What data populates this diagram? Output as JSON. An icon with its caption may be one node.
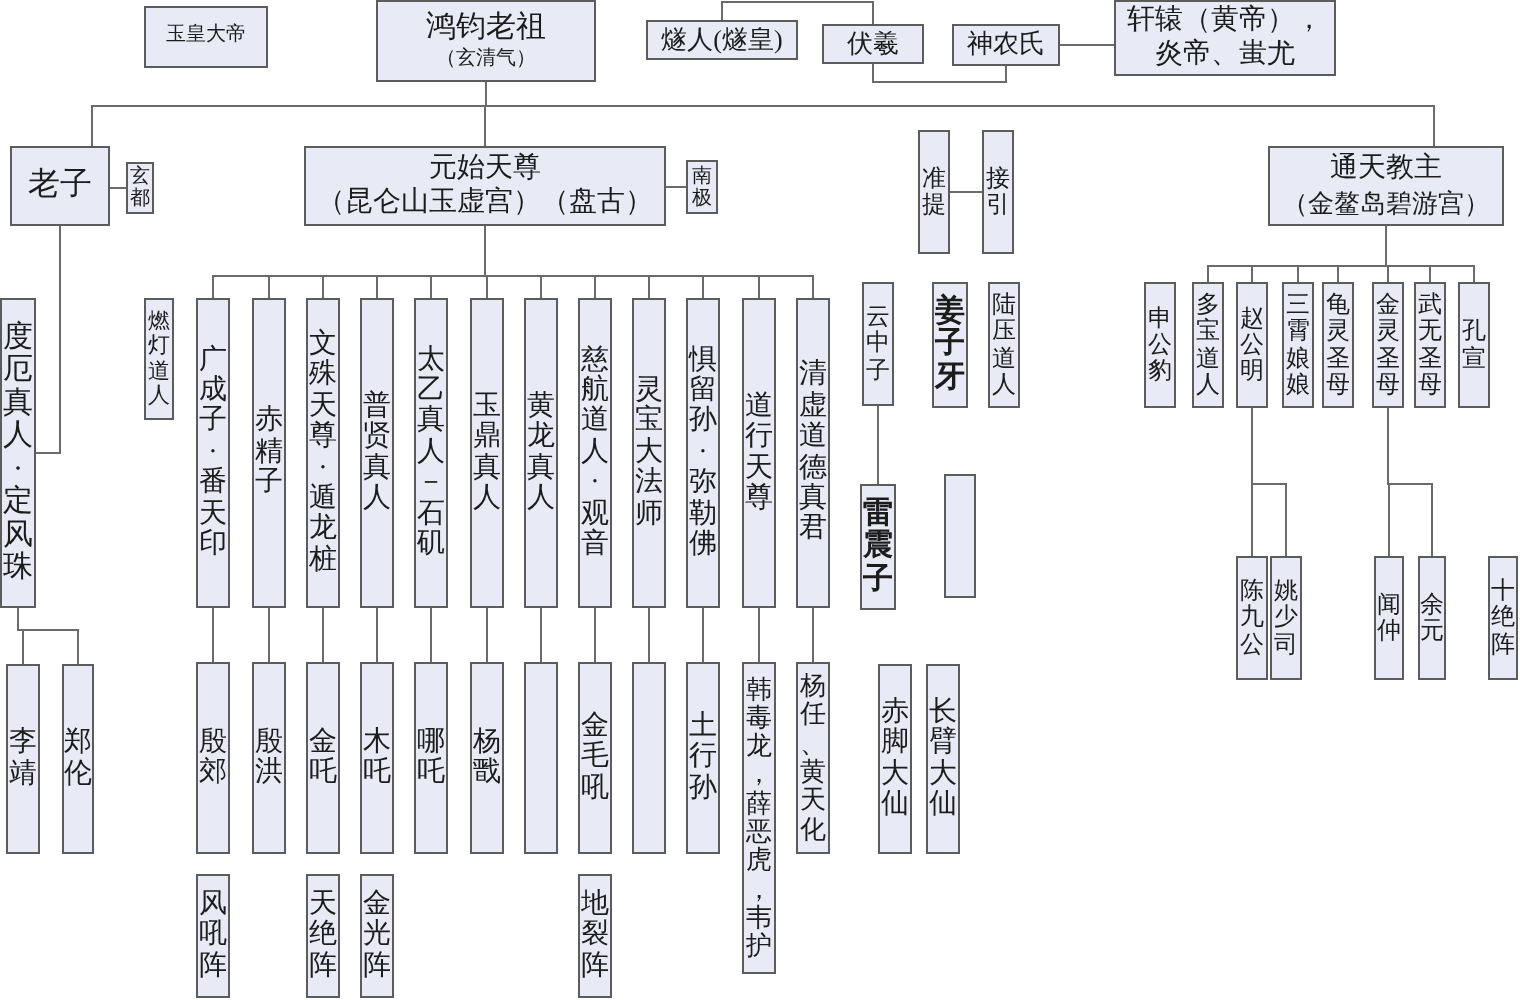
{
  "diagram": {
    "nodes": [
      {
        "text": [
          "玉皇大帝"
        ]
      },
      {
        "text": [
          "鸿钧老祖",
          "（玄清气）"
        ]
      },
      {
        "text": [
          "燧人(燧皇)"
        ]
      },
      {
        "text": [
          "伏羲"
        ]
      },
      {
        "text": [
          "神农氏"
        ]
      },
      {
        "text": [
          "轩辕（黄帝），炎帝、蚩尤"
        ]
      },
      {
        "text": [
          "老子"
        ]
      },
      {
        "text": [
          "玄都"
        ]
      },
      {
        "text": [
          "元始天尊",
          "（昆仑山玉虚宫）（盘古）"
        ]
      },
      {
        "text": [
          "南极"
        ]
      },
      {
        "text": [
          "准提"
        ]
      },
      {
        "text": [
          "接引"
        ]
      },
      {
        "text": [
          "通天教主",
          "（金鳌岛碧游宫）"
        ]
      },
      {
        "text": [
          "度厄真人·定风珠"
        ]
      },
      {
        "text": [
          "燃灯道人"
        ]
      },
      {
        "text": [
          "广成子·番天印"
        ]
      },
      {
        "text": [
          "赤精子"
        ]
      },
      {
        "text": [
          "文殊天尊·遁龙桩"
        ]
      },
      {
        "text": [
          "普贤真人"
        ]
      },
      {
        "text": [
          "太乙真人－石矶"
        ]
      },
      {
        "text": [
          "玉鼎真人"
        ]
      },
      {
        "text": [
          "黄龙真人"
        ]
      },
      {
        "text": [
          "慈航道人·观音"
        ]
      },
      {
        "text": [
          "灵宝大法师"
        ]
      },
      {
        "text": [
          "惧留孙·弥勒佛"
        ]
      },
      {
        "text": [
          "道行天尊"
        ]
      },
      {
        "text": [
          "清虚道德真君"
        ]
      },
      {
        "text": [
          "云中子"
        ]
      },
      {
        "text": [
          "姜子牙"
        ]
      },
      {
        "text": [
          "陆压道人"
        ]
      },
      {
        "text": [
          "申公豹"
        ]
      },
      {
        "text": [
          "多宝道人"
        ]
      },
      {
        "text": [
          "赵公明"
        ]
      },
      {
        "text": [
          "三霄娘娘"
        ]
      },
      {
        "text": [
          "龟灵圣母"
        ]
      },
      {
        "text": [
          "金灵圣母"
        ]
      },
      {
        "text": [
          "武无圣母"
        ]
      },
      {
        "text": [
          "孔宣"
        ]
      },
      {
        "text": [
          "雷震子"
        ]
      },
      {
        "text": [],
        "shape": "box"
      },
      {
        "text": [
          "陈九公"
        ]
      },
      {
        "text": [
          "姚少司"
        ]
      },
      {
        "text": [
          "闻仲"
        ]
      },
      {
        "text": [
          "余元"
        ]
      },
      {
        "text": [
          "十绝阵"
        ]
      },
      {
        "text": [
          "李靖"
        ]
      },
      {
        "text": [
          "郑伦"
        ]
      },
      {
        "text": [
          "殷郊"
        ]
      },
      {
        "text": [
          "殷洪"
        ]
      },
      {
        "text": [
          "金吒"
        ]
      },
      {
        "text": [
          "木吒"
        ]
      },
      {
        "text": [
          "哪吒"
        ]
      },
      {
        "text": [
          "杨戬"
        ]
      },
      {
        "text": [],
        "shape": "box"
      },
      {
        "text": [
          "金毛吼"
        ]
      },
      {
        "text": [],
        "shape": "box"
      },
      {
        "text": [
          "土行孙"
        ]
      },
      {
        "text": [
          "韩毒龙，薛恶虎，韦护"
        ]
      },
      {
        "text": [
          "杨任、黄天化"
        ]
      },
      {
        "text": [
          "赤脚大仙"
        ]
      },
      {
        "text": [
          "长臂大仙"
        ]
      },
      {
        "text": [
          "风吼阵"
        ]
      },
      {
        "text": [
          "天绝阵"
        ]
      },
      {
        "text": [
          "金光阵"
        ]
      },
      {
        "text": [
          "地裂阵"
        ]
      }
    ],
    "edges": [
      {
        "from": 1,
        "to": 6,
        "arrow": "none"
      },
      {
        "from": 1,
        "to": 8,
        "arrow": "none"
      },
      {
        "from": 1,
        "to": 12,
        "arrow": "none"
      },
      {
        "from": 2,
        "to": 3,
        "arrow": "none"
      },
      {
        "from": 3,
        "to": 4,
        "arrow": "none"
      },
      {
        "from": 4,
        "to": 5,
        "arrow": "none"
      },
      {
        "from": 6,
        "to": 7,
        "arrow": "none"
      },
      {
        "from": 6,
        "to": 13,
        "arrow": "none"
      },
      {
        "from": 8,
        "to": 9,
        "arrow": "none"
      },
      {
        "from": 8,
        "to": 15,
        "arrow": "none"
      },
      {
        "from": 8,
        "to": 16,
        "arrow": "none"
      },
      {
        "from": 8,
        "to": 17,
        "arrow": "none"
      },
      {
        "from": 8,
        "to": 18,
        "arrow": "none"
      },
      {
        "from": 8,
        "to": 19,
        "arrow": "none"
      },
      {
        "from": 8,
        "to": 20,
        "arrow": "none"
      },
      {
        "from": 8,
        "to": 21,
        "arrow": "none"
      },
      {
        "from": 8,
        "to": 22,
        "arrow": "none"
      },
      {
        "from": 8,
        "to": 23,
        "arrow": "none"
      },
      {
        "from": 8,
        "to": 24,
        "arrow": "none"
      },
      {
        "from": 8,
        "to": 25,
        "arrow": "none"
      },
      {
        "from": 8,
        "to": 26,
        "arrow": "none"
      },
      {
        "from": 10,
        "to": 11,
        "arrow": "none"
      },
      {
        "from": 12,
        "to": 31,
        "arrow": "none"
      },
      {
        "from": 12,
        "to": 32,
        "arrow": "none"
      },
      {
        "from": 12,
        "to": 33,
        "arrow": "none"
      },
      {
        "from": 12,
        "to": 34,
        "arrow": "none"
      },
      {
        "from": 12,
        "to": 35,
        "arrow": "none"
      },
      {
        "from": 12,
        "to": 36,
        "arrow": "none"
      },
      {
        "from": 12,
        "to": 37,
        "arrow": "none"
      },
      {
        "from": 13,
        "to": 45,
        "arrow": "none"
      },
      {
        "from": 13,
        "to": 46,
        "arrow": "none"
      },
      {
        "from": 15,
        "to": 47,
        "arrow": "none"
      },
      {
        "from": 16,
        "to": 48,
        "arrow": "none"
      },
      {
        "from": 17,
        "to": 49,
        "arrow": "none"
      },
      {
        "from": 18,
        "to": 50,
        "arrow": "none"
      },
      {
        "from": 19,
        "to": 51,
        "arrow": "none"
      },
      {
        "from": 20,
        "to": 52,
        "arrow": "none"
      },
      {
        "from": 21,
        "to": 53,
        "arrow": "none"
      },
      {
        "from": 22,
        "to": 54,
        "arrow": "none"
      },
      {
        "from": 23,
        "to": 55,
        "arrow": "none"
      },
      {
        "from": 24,
        "to": 56,
        "arrow": "none"
      },
      {
        "from": 25,
        "to": 57,
        "arrow": "none"
      },
      {
        "from": 26,
        "to": 58,
        "arrow": "none"
      },
      {
        "from": 27,
        "to": 38,
        "arrow": "none"
      },
      {
        "from": 32,
        "to": 40,
        "arrow": "none"
      },
      {
        "from": 32,
        "to": 41,
        "arrow": "none"
      },
      {
        "from": 35,
        "to": 42,
        "arrow": "none"
      },
      {
        "from": 35,
        "to": 43,
        "arrow": "none"
      }
    ]
  }
}
